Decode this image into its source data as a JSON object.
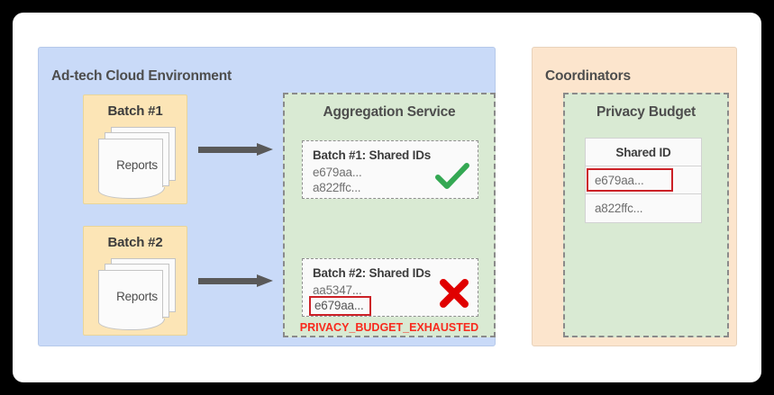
{
  "diagram": {
    "adtech": {
      "title": "Ad-tech Cloud Environment",
      "batches": [
        {
          "label": "Batch #1",
          "reports_label": "Reports"
        },
        {
          "label": "Batch #2",
          "reports_label": "Reports"
        }
      ],
      "aggregation_service": {
        "title": "Aggregation Service",
        "cards": [
          {
            "title": "Batch #1: Shared IDs",
            "ids": [
              "e679aa...",
              "a822ffc..."
            ],
            "highlighted_id": null,
            "status": "check"
          },
          {
            "title": "Batch #2: Shared IDs",
            "ids": [
              "aa5347...",
              "e679aa..."
            ],
            "highlighted_id": "e679aa...",
            "status": "cross"
          }
        ],
        "error_text": "PRIVACY_BUDGET_EXHAUSTED"
      }
    },
    "coordinators": {
      "title": "Coordinators",
      "privacy_budget": {
        "title": "Privacy Budget",
        "table": {
          "header": "Shared ID",
          "rows": [
            "e679aa...",
            "a822ffc..."
          ],
          "highlighted_row": "e679aa..."
        }
      }
    },
    "colors": {
      "adtech_panel": "#c9daf8",
      "coordinators_panel": "#fce5cd",
      "batch_box": "#fce5b6",
      "service_box": "#d9ead3",
      "arrow": "#595959",
      "success": "#34a853",
      "error": "#e00000",
      "error_text": "#f82a1e",
      "highlight_border": "#cc2127"
    },
    "icons": {
      "check": "check-icon",
      "cross": "cross-icon",
      "arrow": "arrow-right-icon"
    }
  }
}
